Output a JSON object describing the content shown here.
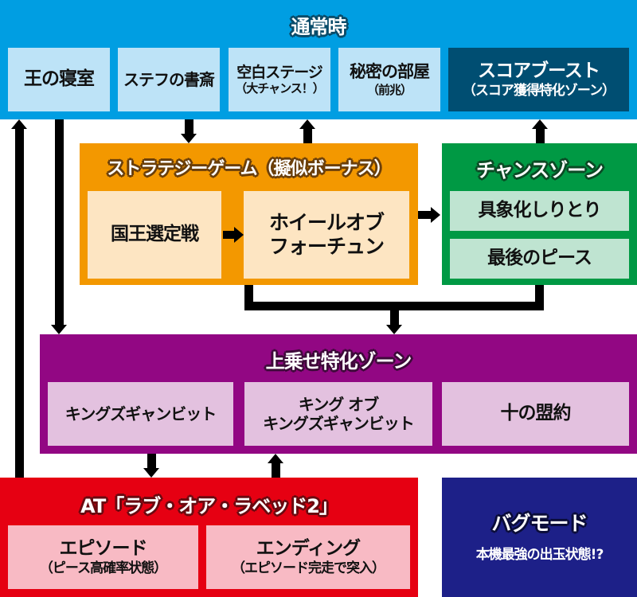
{
  "colors": {
    "normal": "#009ee2",
    "score_boost": "#004e72",
    "strategy": "#f39800",
    "chance": "#009944",
    "uwanose": "#920783",
    "at": "#e60012",
    "bug": "#1d2088"
  },
  "normal": {
    "title": "通常時",
    "stages": [
      {
        "label": "王の寝室",
        "sub": ""
      },
      {
        "label": "ステフの書斎",
        "sub": ""
      },
      {
        "label": "空白ステージ",
        "sub": "（大チャンス！）"
      },
      {
        "label": "秘密の部屋",
        "sub": "（前兆）"
      },
      {
        "label": "スコアブースト",
        "sub": "（スコア獲得特化ゾーン）"
      }
    ]
  },
  "strategy": {
    "title": "ストラテジーゲーム（擬似ボーナス）",
    "items": [
      {
        "label": "国王選定戦"
      },
      {
        "line1": "ホイールオブ",
        "line2": "フォーチュン"
      }
    ]
  },
  "chance": {
    "title": "チャンスゾーン",
    "items": [
      {
        "label": "具象化しりとり"
      },
      {
        "label": "最後のピース"
      }
    ]
  },
  "uwanose": {
    "title": "上乗せ特化ゾーン",
    "items": [
      {
        "label": "キングズギャンビット"
      },
      {
        "line1": "キング オブ",
        "line2": "キングズギャンビット"
      },
      {
        "label": "十の盟約"
      }
    ]
  },
  "at": {
    "title": "AT「ラブ・オア・ラベッド2」",
    "items": [
      {
        "label": "エピソード",
        "sub": "（ピース高確率状態）"
      },
      {
        "label": "エンディング",
        "sub": "（エピソード完走で突入）"
      }
    ]
  },
  "bug": {
    "title": "バグモード",
    "sub": "本機最強の出玉状態!?"
  },
  "arrows": [
    {
      "from": "AT",
      "to": "通常時",
      "direction": "up"
    },
    {
      "from": "通常時",
      "to": "上乗せ特化ゾーン",
      "direction": "down"
    },
    {
      "from": "通常時",
      "to": "ストラテジーゲーム",
      "direction": "down"
    },
    {
      "from": "ストラテジーゲーム",
      "to": "空白ステージ",
      "direction": "up"
    },
    {
      "from": "チャンスゾーン",
      "to": "スコアブースト",
      "direction": "up"
    },
    {
      "from": "国王選定戦",
      "to": "ホイールオブフォーチュン",
      "direction": "right"
    },
    {
      "from": "ストラテジーゲーム",
      "to": "チャンスゾーン",
      "direction": "right"
    },
    {
      "from": "ストラテジーゲーム/チャンスゾーン",
      "to": "上乗せ特化ゾーン",
      "direction": "down"
    },
    {
      "from": "上乗せ特化ゾーン",
      "to": "AT",
      "direction": "down"
    },
    {
      "from": "AT",
      "to": "上乗せ特化ゾーン",
      "direction": "up"
    }
  ]
}
